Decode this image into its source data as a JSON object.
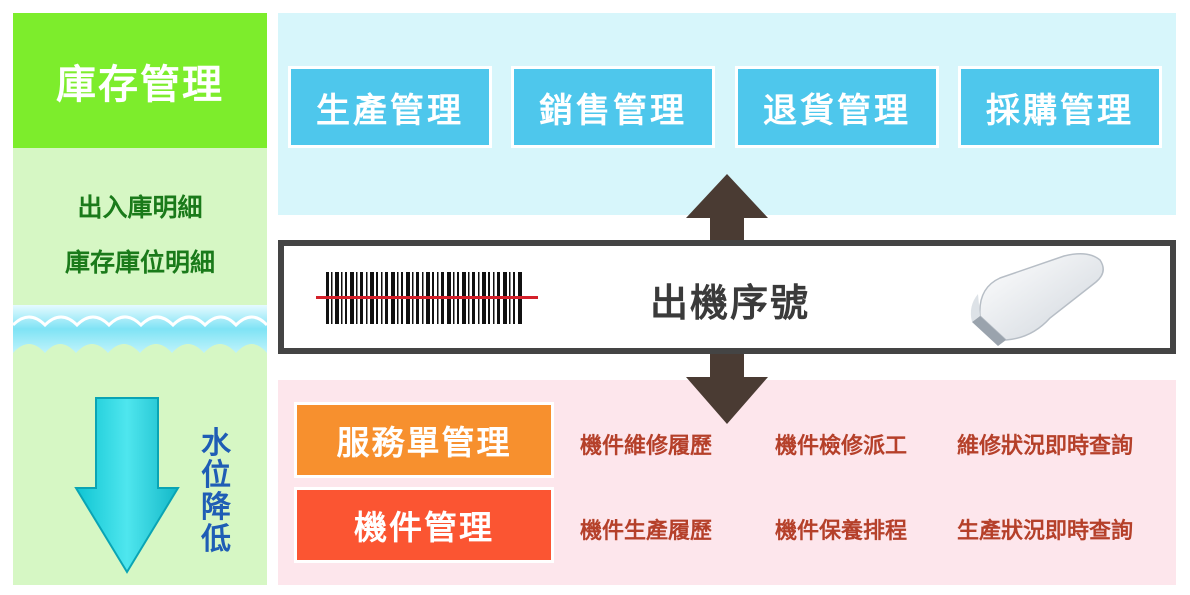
{
  "left": {
    "title": "庫存管理",
    "items": [
      "出入庫明細",
      "庫存庫位明細"
    ],
    "side_label": "水位降低"
  },
  "top_modules": [
    "生產管理",
    "銷售管理",
    "退貨管理",
    "採購管理"
  ],
  "center": {
    "label": "出機序號"
  },
  "bottom": {
    "service": {
      "label": "服務單管理",
      "items": [
        "機件維修履歷",
        "機件檢修派工",
        "維修狀況即時查詢"
      ]
    },
    "parts": {
      "label": "機件管理",
      "items": [
        "機件生產履歷",
        "機件保養排程",
        "生產狀況即時查詢"
      ]
    }
  },
  "colors": {
    "left_bg": "#d6f7c4",
    "left_title_bg": "#7ded2c",
    "top_panel_bg": "#d7f6fb",
    "top_box_bg": "#4ec7ec",
    "bottom_panel_bg": "#fde6ec",
    "service_box_bg": "#f7902e",
    "parts_box_bg": "#fb5532",
    "arrow_color": "#4a3b33",
    "sub_text": "#b5402a"
  }
}
